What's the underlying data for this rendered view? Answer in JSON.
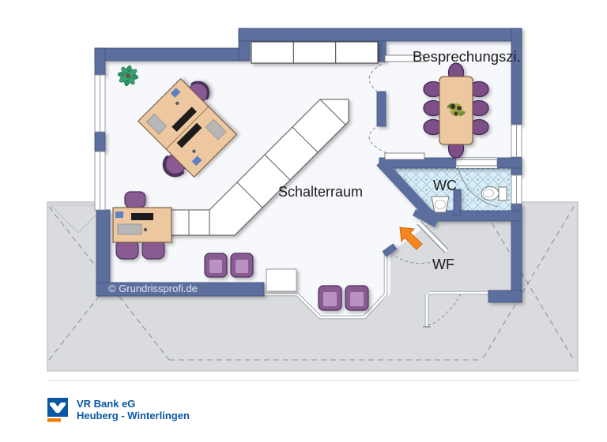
{
  "plan": {
    "room_labels": {
      "besprechungszimmer": "Besprechungszi.",
      "schalterraum": "Schalterraum",
      "wc": "WC",
      "windfang": "WF"
    },
    "watermark": "© Grundrissprofi.de"
  },
  "branding": {
    "name": "VR Bank eG",
    "location": "Heuberg - Winterlingen"
  },
  "colors": {
    "wall": "#5b6e9d",
    "roof_gray": "#d9dbde",
    "interior_white": "#f6f8fb",
    "tile_blue": "#d9edf7",
    "wood": "#ecc79f",
    "chair_purple": "#8a5a92",
    "meeting_chair_purple": "#7d4f86",
    "arrow_orange": "#f6861f",
    "logo_blue": "#0a57a4",
    "logo_orange": "#f07d00"
  }
}
